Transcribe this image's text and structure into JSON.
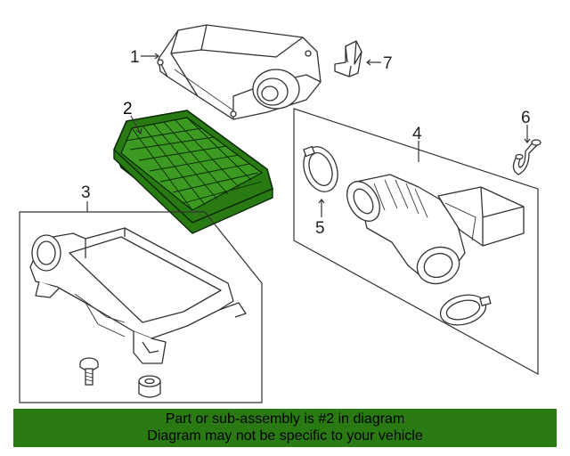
{
  "colors": {
    "highlight_fill": "#2a7a14",
    "highlight_stroke": "#0a2a04",
    "banner_bg": "#2a7a14",
    "line": "#333333"
  },
  "callouts": [
    {
      "id": "1",
      "label": "1"
    },
    {
      "id": "2",
      "label": "2"
    },
    {
      "id": "3",
      "label": "3"
    },
    {
      "id": "4",
      "label": "4"
    },
    {
      "id": "5",
      "label": "5"
    },
    {
      "id": "6",
      "label": "6"
    },
    {
      "id": "7",
      "label": "7"
    }
  ],
  "highlighted_part": "2",
  "banner": {
    "line1": "Part or sub-assembly is #2 in diagram",
    "line2": "Diagram may not be specific to your vehicle"
  }
}
